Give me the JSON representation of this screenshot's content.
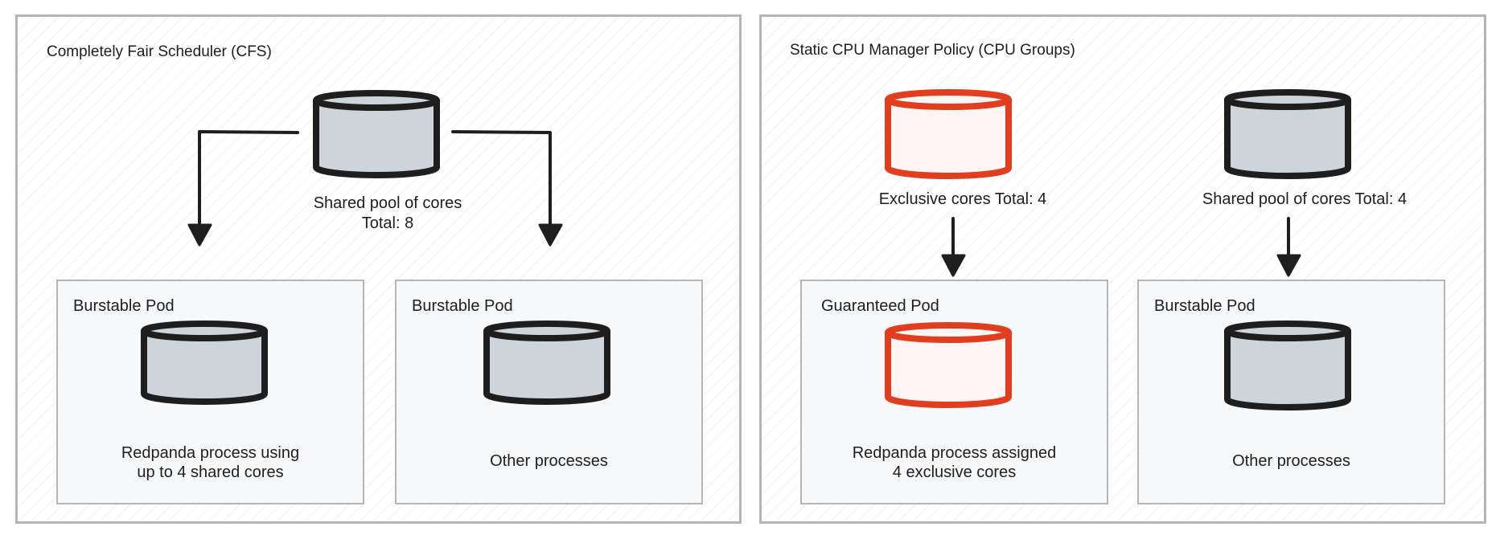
{
  "colors": {
    "dark": "#1e1e1e",
    "gray_fill": "#ced4da",
    "red": "#e03e1f",
    "red_fill": "#fff5f5"
  },
  "icons": {
    "cylinder": "database-cylinder-icon",
    "arrow": "arrow-down-icon"
  },
  "left_panel": {
    "title": "Completely Fair Scheduler (CFS)",
    "pool": {
      "line1": "Shared pool of cores",
      "line2": "Total: 8"
    },
    "pods": [
      {
        "title": "Burstable Pod",
        "line1": "Redpanda process using",
        "line2": "up to 4 shared cores"
      },
      {
        "title": "Burstable Pod",
        "line1": "Other processes",
        "line2": ""
      }
    ]
  },
  "right_panel": {
    "title": "Static CPU Manager Policy (CPU Groups)",
    "exclusive": {
      "label": "Exclusive cores Total: 4"
    },
    "shared": {
      "label": "Shared pool of cores Total: 4"
    },
    "pods": [
      {
        "title": "Guaranteed Pod",
        "line1": "Redpanda process assigned",
        "line2": "4 exclusive cores"
      },
      {
        "title": "Burstable Pod",
        "line1": "Other processes",
        "line2": ""
      }
    ]
  }
}
